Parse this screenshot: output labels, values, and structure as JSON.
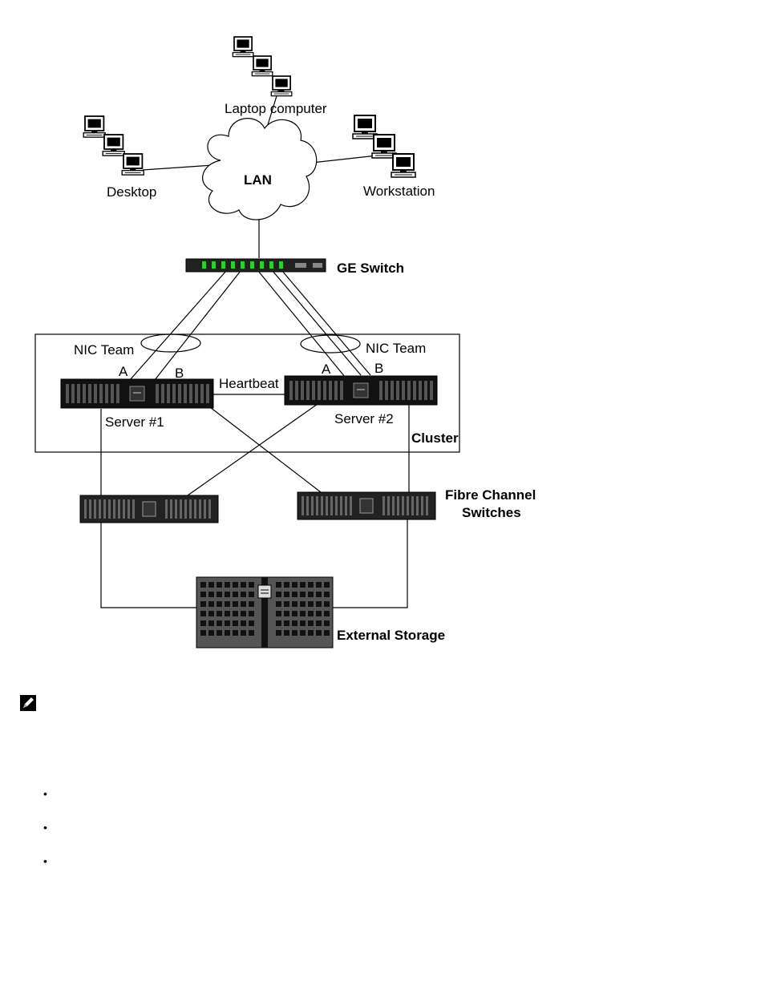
{
  "diagram": {
    "laptop_label": "Laptop computer",
    "desktop_label": "Desktop",
    "workstation_label": "Workstation",
    "lan_label": "LAN",
    "switch_label": "GE Switch",
    "nic_team_left": "NIC Team",
    "nic_team_right": "NIC Team",
    "port_a_left": "A",
    "port_b_left": "B",
    "port_a_right": "A",
    "port_b_right": "B",
    "heartbeat_label": "Heartbeat",
    "server1_label": "Server #1",
    "server2_label": "Server #2",
    "cluster_label": "Cluster",
    "fc_label_line1": "Fibre Channel",
    "fc_label_line2": "Switches",
    "storage_label": "External Storage"
  },
  "note": {
    "icon": "pencil-note-icon"
  },
  "bullets": [
    "",
    "",
    ""
  ]
}
